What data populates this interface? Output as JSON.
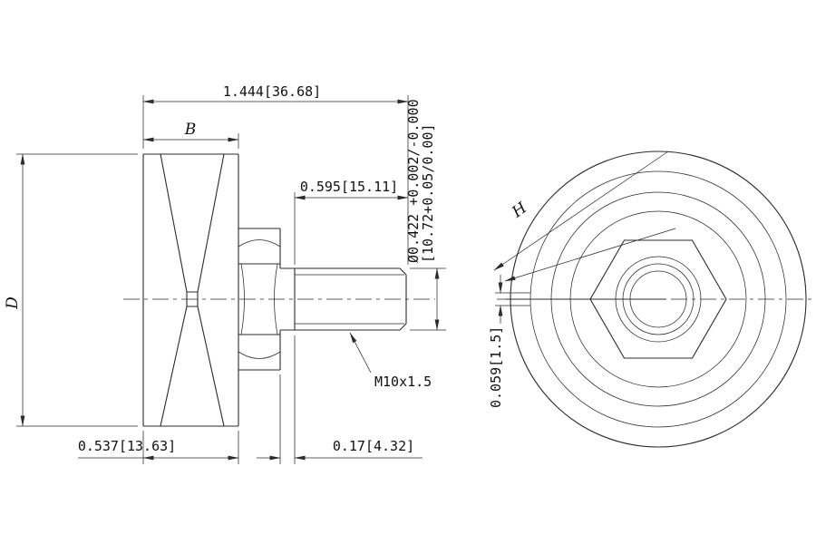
{
  "colors": {
    "background": "#ffffff",
    "line": "#2b2b2b",
    "text": "#111111"
  },
  "side_view": {
    "dim_total_length": "1.444[36.68]",
    "dim_width_b": "B",
    "dim_thread_length": "0.595[15.11]",
    "dim_stud_dia_inch": "Ø0.422 +0.002/-0.000",
    "dim_stud_dia_mm": "[10.72+0.05/0.00]",
    "dim_outer_dia": "D",
    "dim_hub_width": "0.537[13.63]",
    "dim_neck_length": "0.17[4.32]",
    "thread_callout": "M10x1.5"
  },
  "front_view": {
    "dim_hex_width": "H",
    "dim_slot_width": "0.059[1.5]"
  }
}
